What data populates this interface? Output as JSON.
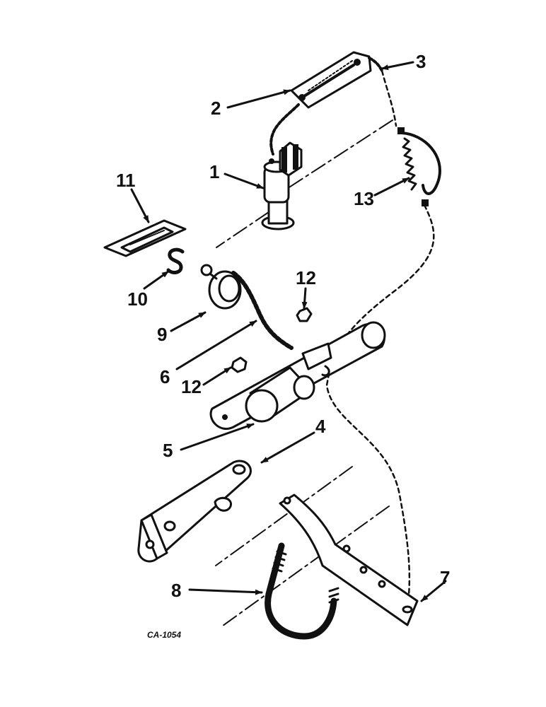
{
  "callouts": {
    "c1": "1",
    "c2": "2",
    "c3": "3",
    "c4": "4",
    "c5": "5",
    "c6": "6",
    "c7": "7",
    "c8": "8",
    "c9": "9",
    "c10": "10",
    "c11": "11",
    "c12a": "12",
    "c12b": "12",
    "c13": "13"
  },
  "drawing_code": "CA-1054",
  "colors": {
    "ink": "#111111",
    "paper": "#ffffff"
  }
}
